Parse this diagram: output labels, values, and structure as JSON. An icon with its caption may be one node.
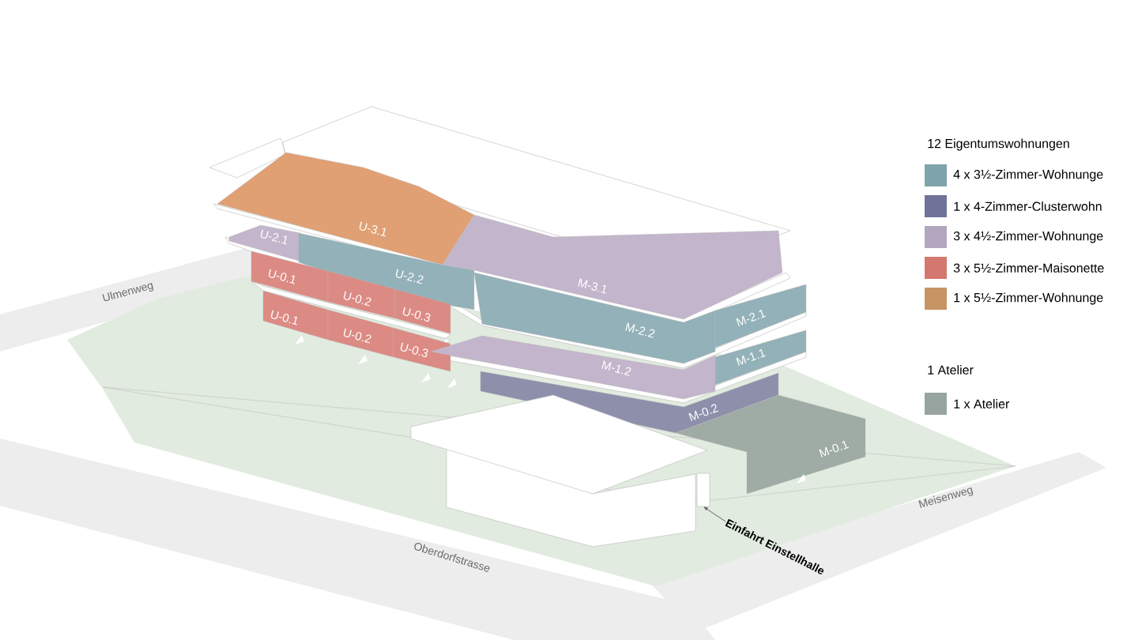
{
  "diagram": {
    "nodes": [
      {
        "text": [
          "U-3.1"
        ]
      },
      {
        "text": [
          "U-2.1"
        ]
      },
      {
        "text": [
          "U-2.2"
        ]
      },
      {
        "text": [
          "M-3.1"
        ]
      },
      {
        "text": [
          "U-0.1"
        ]
      },
      {
        "text": [
          "U-0.2"
        ]
      },
      {
        "text": [
          "U-0.3"
        ]
      },
      {
        "text": [
          "U-0.1"
        ]
      },
      {
        "text": [
          "U-0.2"
        ]
      },
      {
        "text": [
          "U-0.3"
        ]
      },
      {
        "text": [
          "M-2.1"
        ]
      },
      {
        "text": [
          "M-2.2"
        ]
      },
      {
        "text": [
          "M-1.1"
        ]
      },
      {
        "text": [
          "M-1.2"
        ]
      },
      {
        "text": [
          "M-0.2"
        ]
      },
      {
        "text": [
          "M-0.1"
        ]
      },
      {
        "text": [
          "Einfahrt Einstellhalle"
        ]
      },
      {
        "text": [],
        "shape": "box"
      }
    ],
    "edges": [
      {
        "from": 16,
        "to": 17,
        "arrow": "to"
      }
    ],
    "labels": [
      "12 Eigentumswohnungen",
      "Ulmenweg",
      "1 Atelier",
      "Oberdorfstrasse",
      "Meisenweg"
    ],
    "legend": [
      {
        "text": "4 x 3½-Zimmer-Wohnunge",
        "color": "#7fa3ab"
      },
      {
        "text": "1 x 4-Zimmer-Clusterwohn",
        "color": "#6f7398"
      },
      {
        "text": "3 x 4½-Zimmer-Wohnunge",
        "color": "#b3a6bf"
      },
      {
        "text": "3 x 5½-Zimmer-Maisonette",
        "color": "#d4776f"
      },
      {
        "text": "1 x 5½-Zimmer-Wohnunge",
        "color": "#c99464"
      },
      {
        "text": "1 x Atelier",
        "color": "#97a49f"
      }
    ]
  }
}
